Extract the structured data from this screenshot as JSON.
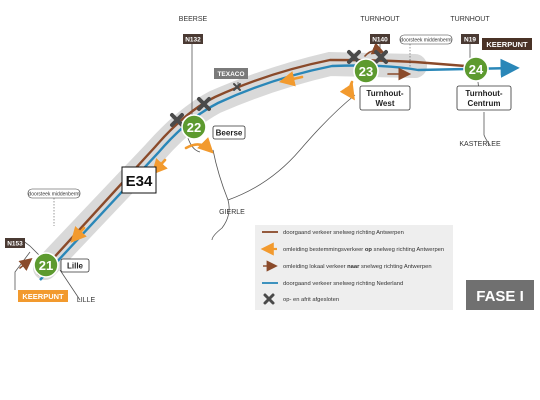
{
  "highway": "E34",
  "phase": "FASE I",
  "exits": [
    {
      "number": "21",
      "name": "Lille"
    },
    {
      "number": "22",
      "name": "Beerse"
    },
    {
      "number": "23",
      "name": "Turnhout-\nWest",
      "name_line1": "Turnhout-",
      "name_line2": "West"
    },
    {
      "number": "24",
      "name": "Turnhout-\nCentrum",
      "name_line1": "Turnhout-",
      "name_line2": "Centrum"
    }
  ],
  "roads": {
    "n132": "N132",
    "n140": "N140",
    "n19": "N19",
    "n153": "N153"
  },
  "towns": {
    "beerse": "BEERSE",
    "turnhout_1": "TURNHOUT",
    "turnhout_2": "TURNHOUT",
    "gierle": "GIERLE",
    "kasterlee": "KASTERLEE",
    "lille": "LILLE"
  },
  "landmark": "TEXACO",
  "notes": {
    "median_1": "doorsteek middenberm",
    "median_2": "doorsteek middenberm"
  },
  "turnaround": {
    "east": "KEERPUNT",
    "west": "KEERPUNT"
  },
  "legend": [
    {
      "icon": "brown-line",
      "text": "doorgaand verkeer snelweg richting Antwerpen"
    },
    {
      "icon": "orange-arrow",
      "text_before": "omleiding bestemmingsverkeer ",
      "text_bold": "op",
      "text_after": " snelweg richting Antwerpen"
    },
    {
      "icon": "brown-arrow",
      "text_before": "omleiding lokaal verkeer ",
      "text_bold": "naar",
      "text_after": " snelweg richting Antwerpen"
    },
    {
      "icon": "blue-line",
      "text": "doorgaand verkeer snelweg richting Nederland"
    },
    {
      "icon": "cross",
      "text": "op- en afrit afgesloten"
    }
  ],
  "colors": {
    "brown": "#8a4a2a",
    "blue": "#2a87b8",
    "orange": "#f29a2e",
    "green": "#5d9a2f",
    "corridor": "#d9d9d9",
    "dark": "#333333",
    "roadtag": "#4a3a33",
    "keerpunt_east": "#4a3226",
    "keerpunt_west": "#f29a2e",
    "phase_bg": "#707070"
  }
}
